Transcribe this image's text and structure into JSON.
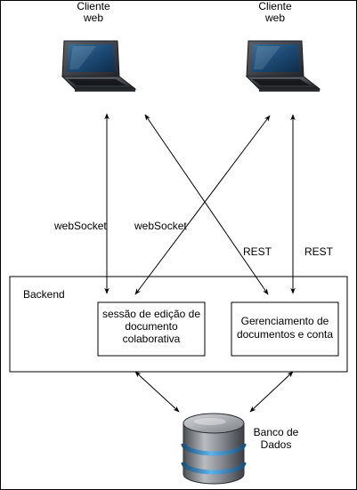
{
  "nodes": {
    "client_left": {
      "line1": "Cliente",
      "line2": "web"
    },
    "client_right": {
      "line1": "Cliente",
      "line2": "web"
    },
    "backend": {
      "label": "Backend"
    },
    "collab_session": {
      "line1": "sessão de edição de",
      "line2": "documento",
      "line3": "colaborativa"
    },
    "doc_management": {
      "line1": "Gerenciamento de",
      "line2": "documentos e conta"
    },
    "database": {
      "line1": "Banco de",
      "line2": "Dados"
    }
  },
  "edges": {
    "ws_left": "webSocket",
    "ws_cross": "webSocket",
    "rest_cross": "REST",
    "rest_right": "REST"
  },
  "icons": {
    "client": "laptop-icon",
    "database": "database-icon"
  },
  "colors": {
    "stroke": "#000000",
    "background": "#ffffff",
    "db_accent": "#2e86c1"
  }
}
